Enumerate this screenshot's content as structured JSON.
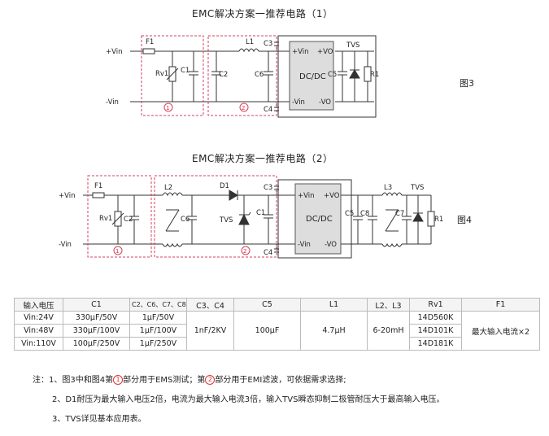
{
  "fig1": {
    "title": "EMC解决方案一推荐电路（1）",
    "label": "图3",
    "vin_plus": "+Vin",
    "vin_minus": "-Vin",
    "f1": "F1",
    "rv1": "Rv1",
    "c1": "C1",
    "c2": "C2",
    "l1": "L1",
    "c6": "C6",
    "c3": "C3",
    "c4": "C4",
    "tvs": "TVS",
    "c5": "C5",
    "r1": "R1",
    "dc_vin_plus": "+Vin",
    "dc_vo_plus": "+VO",
    "dc_label": "DC/DC",
    "dc_vin_minus": "-Vin",
    "dc_vo_minus": "-VO",
    "section1": "1",
    "section2": "2"
  },
  "fig2": {
    "title": "EMC解决方案一推荐电路（2）",
    "label": "图4",
    "vin_plus": "+Vin",
    "vin_minus": "-Vin",
    "f1": "F1",
    "rv1": "Rv1",
    "c2": "C2",
    "l2": "L2",
    "c6": "C6",
    "d1": "D1",
    "tvs_in": "TVS",
    "c1": "C1",
    "c3": "C3",
    "c4": "C4",
    "dc_vin_plus": "+Vin",
    "dc_vo_plus": "+VO",
    "dc_label": "DC/DC",
    "dc_vin_minus": "-Vin",
    "dc_vo_minus": "-VO",
    "c5": "C5",
    "c8": "C8",
    "l3": "L3",
    "c7": "C7",
    "tvs_out": "TVS",
    "r1": "R1",
    "section1": "1",
    "section2": "2"
  },
  "table": {
    "headers": [
      "输入电压",
      "C1",
      "C2、C6、C7、C8",
      "C3、C4",
      "C5",
      "L1",
      "L2、L3",
      "Rv1",
      "F1"
    ],
    "rows": [
      [
        "Vin:24V",
        "330μF/50V",
        "1μF/50V",
        "14D560K"
      ],
      [
        "Vin:48V",
        "330μF/100V",
        "1μF/100V",
        "14D101K"
      ],
      [
        "Vin:110V",
        "100μF/250V",
        "1μF/250V",
        "14D181K"
      ]
    ],
    "merged": {
      "c3c4": "1nF/2KV",
      "c5": "100μF",
      "l1": "4.7μH",
      "l2l3": "6-20mH",
      "f1": "最大输入电流×2"
    }
  },
  "notes": {
    "line1_a": "注：1、图3中和图4第",
    "line1_circle1": "1",
    "line1_b": "部分用于EMS测试；第",
    "line1_circle2": "2",
    "line1_c": "部分用于EMI滤波，可依据需求选择;",
    "line2": "2、D1耐压为最大输入电压2倍，电流为最大输入电流3倍，输入TVS瞬态抑制二极管耐压大于最高输入电压。",
    "line3": "3、TVS详见基本应用表。"
  }
}
